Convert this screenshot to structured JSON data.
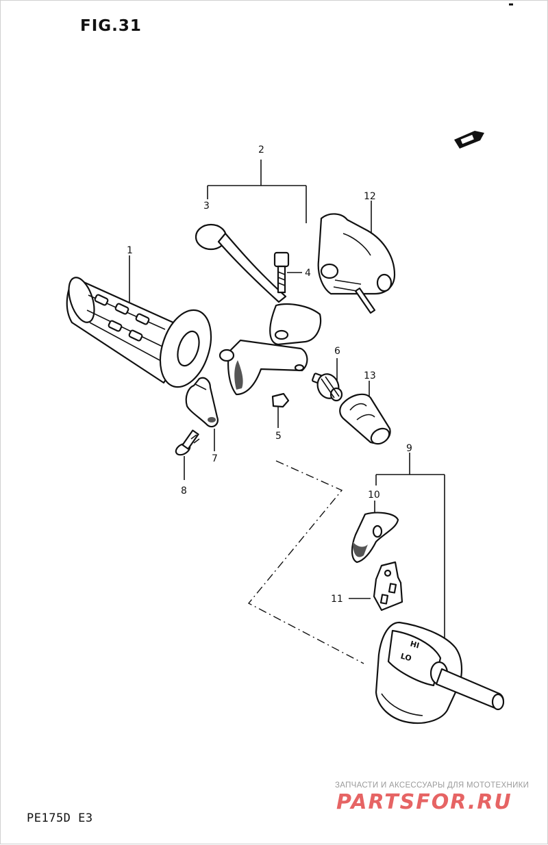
{
  "figure": {
    "title": "FIG.31",
    "model_code": "PE175D E3"
  },
  "part_labels": {
    "p1": "1",
    "p2": "2",
    "p3": "3",
    "p4": "4",
    "p5": "5",
    "p6": "6",
    "p7": "7",
    "p8": "8",
    "p9": "9",
    "p10": "10",
    "p11": "11",
    "p12": "12",
    "p13": "13"
  },
  "switch_labels": {
    "hi": "HI",
    "lo": "LO"
  },
  "watermark": {
    "subtitle": "ЗАПЧАСТИ И АКСЕССУАРЫ ДЛЯ МОТОТЕХНИКИ",
    "logo_text": "PARTSFOR.RU",
    "color": "#e24a4a"
  }
}
